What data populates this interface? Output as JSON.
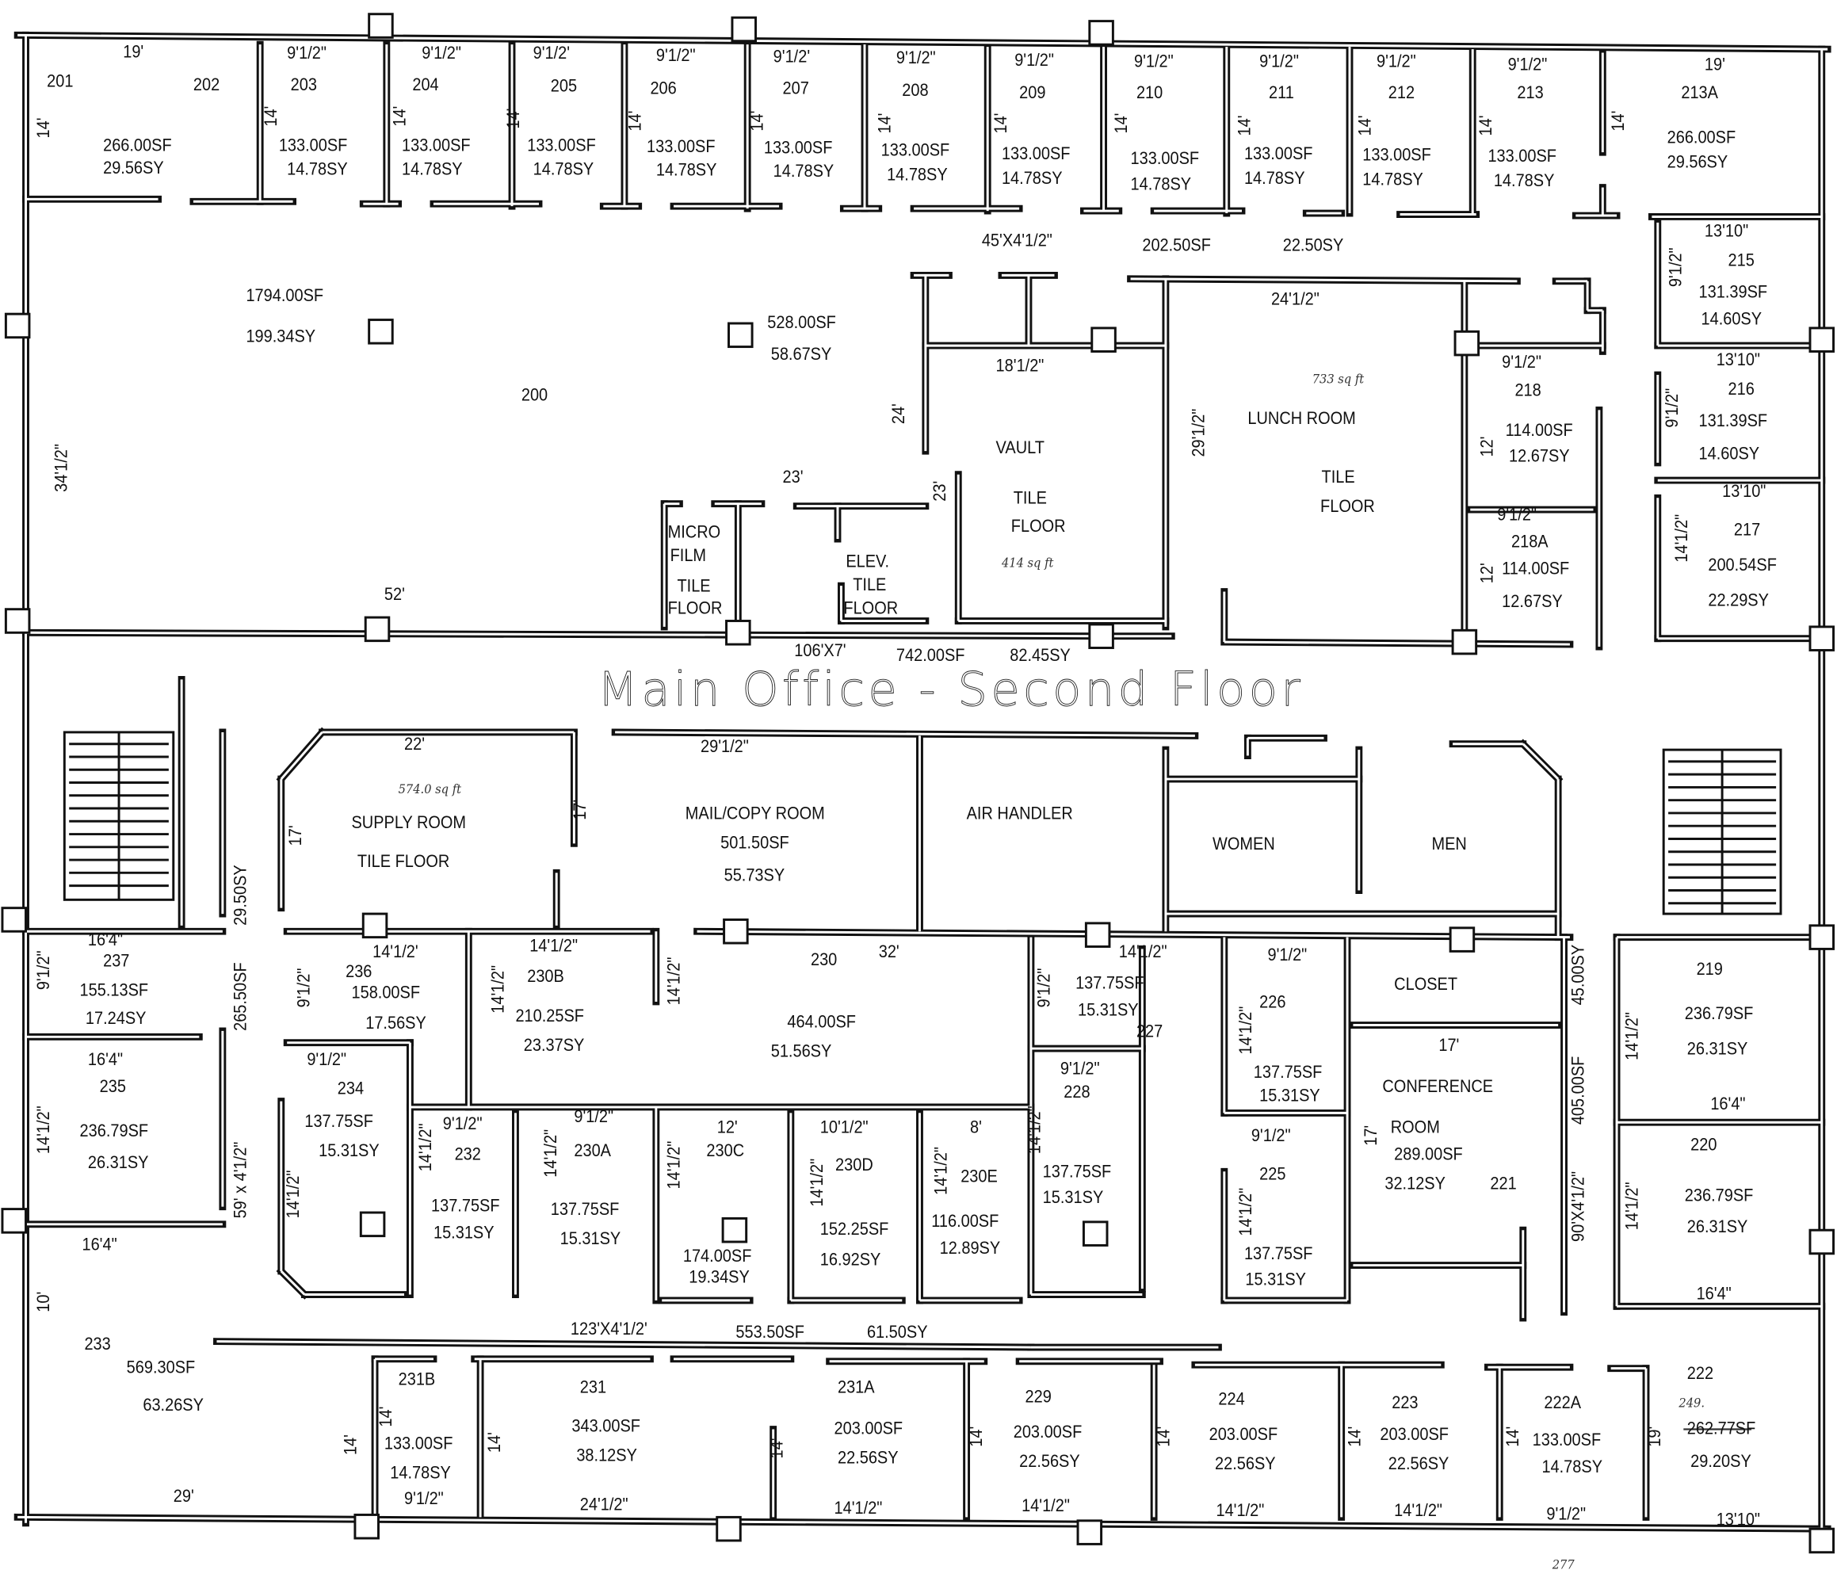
{
  "title": "Main Office - Second Floor",
  "rooms": {
    "r201": {
      "num": "201"
    },
    "r202": {
      "num": "202",
      "sf": "266.00SF",
      "sy": "29.56SY",
      "width": "19'",
      "depth": "14'"
    },
    "r203": {
      "num": "203",
      "sf": "133.00SF",
      "sy": "14.78SY",
      "width": "9'1/2\"",
      "depth": "14'"
    },
    "r204": {
      "num": "204",
      "sf": "133.00SF",
      "sy": "14.78SY",
      "width": "9'1/2\"",
      "depth": "14'"
    },
    "r205": {
      "num": "205",
      "sf": "133.00SF",
      "sy": "14.78SY",
      "width": "9'1/2'",
      "depth": "14'"
    },
    "r206": {
      "num": "206",
      "sf": "133.00SF",
      "sy": "14.78SY",
      "width": "9'1/2\"",
      "depth": "14'"
    },
    "r207": {
      "num": "207",
      "sf": "133.00SF",
      "sy": "14.78SY",
      "width": "9'1/2'",
      "depth": "14'"
    },
    "r208": {
      "num": "208",
      "sf": "133.00SF",
      "sy": "14.78SY",
      "width": "9'1/2\"",
      "depth": "14'"
    },
    "r209": {
      "num": "209",
      "sf": "133.00SF",
      "sy": "14.78SY",
      "width": "9'1/2\"",
      "depth": "14'"
    },
    "r210": {
      "num": "210",
      "sf": "133.00SF",
      "sy": "14.78SY",
      "width": "9'1/2\"",
      "depth": "14'"
    },
    "r211": {
      "num": "211",
      "sf": "133.00SF",
      "sy": "14.78SY",
      "width": "9'1/2\"",
      "depth": "14'"
    },
    "r212": {
      "num": "212",
      "sf": "133.00SF",
      "sy": "14.78SY",
      "width": "9'1/2\"",
      "depth": "14'"
    },
    "r213": {
      "num": "213",
      "sf": "133.00SF",
      "sy": "14.78SY",
      "width": "9'1/2\"",
      "depth": "14'"
    },
    "r213a": {
      "num": "213A",
      "sf": "266.00SF",
      "sy": "29.56SY",
      "width": "19'",
      "depth": "14'"
    },
    "corridor_top": {
      "dims": "45'X4'1/2\"",
      "sf": "202.50SF",
      "sy": "22.50SY"
    },
    "r200": {
      "num": "200",
      "sf": "1794.00SF",
      "sy": "199.34SY",
      "sf2": "528.00SF",
      "sy2": "58.67SY",
      "depth": "34'1/2\"",
      "width": "52'",
      "dim_23": "23'",
      "dim_24": "24'"
    },
    "microfilm": {
      "l1": "MICRO",
      "l2": "FILM",
      "l3": "TILE",
      "l4": "FLOOR"
    },
    "elevator": {
      "l1": "ELEV.",
      "l2": "TILE",
      "l3": "FLOOR"
    },
    "vault": {
      "name": "VAULT",
      "l1": "TILE",
      "l2": "FLOOR",
      "width": "18'1/2\"",
      "depth": "23'",
      "note": "414 sq ft"
    },
    "lunch": {
      "name": "LUNCH ROOM",
      "l1": "TILE",
      "l2": "FLOOR",
      "width": "24'1/2\"",
      "depth": "29'1/2\"",
      "note": "733 sq ft"
    },
    "r218": {
      "num": "218",
      "sf": "114.00SF",
      "sy": "12.67SY",
      "width": "9'1/2\"",
      "depth": "12'"
    },
    "r218a": {
      "num": "218A",
      "sf": "114.00SF",
      "sy": "12.67SY",
      "width": "9'1/2\"",
      "depth": "12'"
    },
    "r215": {
      "num": "215",
      "sf": "131.39SF",
      "sy": "14.60SY",
      "width": "13'10\"",
      "depth": "9'1/2\""
    },
    "r216": {
      "num": "216",
      "sf": "131.39SF",
      "sy": "14.60SY",
      "width": "13'10\"",
      "depth": "9'1/2\""
    },
    "r217": {
      "num": "217",
      "sf": "200.54SF",
      "sy": "22.29SY",
      "width": "13'10\"",
      "depth": "14'1/2\""
    },
    "corridor_mid": {
      "dims": "106'X7'",
      "sf": "742.00SF",
      "sy": "82.45SY"
    },
    "supply": {
      "name": "SUPPLY ROOM",
      "l1": "TILE FLOOR",
      "width": "22'",
      "depth": "17'",
      "depth2": "17'",
      "note": "574.0 sq ft"
    },
    "mail": {
      "name": "MAIL/COPY ROOM",
      "sf": "501.50SF",
      "sy": "55.73SY",
      "width": "29'1/2\""
    },
    "air": {
      "name": "AIR HANDLER"
    },
    "women": {
      "name": "WOMEN"
    },
    "men": {
      "name": "MEN"
    },
    "corridor_left": {
      "sy": "29.50SY",
      "sf": "265.50SF",
      "dims": "59' x 4'1/2\""
    },
    "r237": {
      "num": "237",
      "sf": "155.13SF",
      "sy": "17.24SY",
      "width": "16'4\"",
      "depth": "9'1/2\""
    },
    "r235": {
      "num": "235",
      "sf": "236.79SF",
      "sy": "26.31SY",
      "width": "16'4\"",
      "depth": "14'1/2\"",
      "width2": "16'4\""
    },
    "r236": {
      "num": "236",
      "sf": "158.00SF",
      "sy": "17.56SY",
      "width": "14'1/2'",
      "depth": "9'1/2\""
    },
    "r230b": {
      "num": "230B",
      "sf": "210.25SF",
      "sy": "23.37SY",
      "width": "14'1/2\"",
      "depth": "14'1/2\"",
      "depth2": "14'1/2\""
    },
    "r230": {
      "num": "230",
      "sf": "464.00SF",
      "sy": "51.56SY",
      "width": "32'"
    },
    "r227": {
      "num": "227",
      "sf": "137.75SF",
      "sy": "15.31SY",
      "width": "14'1/2\"",
      "depth": "9'1/2\""
    },
    "r228": {
      "num": "228",
      "sf": "137.75SF",
      "sy": "15.31SY",
      "width": "9'1/2\"",
      "depth": "14'1/2\""
    },
    "r226": {
      "num": "226",
      "sf": "137.75SF",
      "sy": "15.31SY",
      "width": "9'1/2\"",
      "depth": "14'1/2\""
    },
    "r225": {
      "num": "225",
      "sf": "137.75SF",
      "sy": "15.31SY",
      "width": "9'1/2\"",
      "depth": "14'1/2\""
    },
    "closet": {
      "name": "CLOSET"
    },
    "r221": {
      "num": "221",
      "name": "CONFERENCE",
      "name2": "ROOM",
      "sf": "289.00SF",
      "sy": "32.12SY",
      "width": "17'",
      "depth": "17'"
    },
    "corridor_right": {
      "sy": "45.00SY",
      "sf": "405.00SF",
      "dims": "90'X4'1/2\""
    },
    "r219": {
      "num": "219",
      "sf": "236.79SF",
      "sy": "26.31SY",
      "width": "16'4\"",
      "depth": "14'1/2\""
    },
    "r220": {
      "num": "220",
      "sf": "236.79SF",
      "sy": "26.31SY",
      "width": "16'4\"",
      "depth": "14'1/2\""
    },
    "r234": {
      "num": "234",
      "sf": "137.75SF",
      "sy": "15.31SY",
      "width": "9'1/2\"",
      "depth": "14'1/2\""
    },
    "r232": {
      "num": "232",
      "sf": "137.75SF",
      "sy": "15.31SY",
      "width": "9'1/2\"",
      "depth": "14'1/2\""
    },
    "r230a": {
      "num": "230A",
      "sf": "137.75SF",
      "sy": "15.31SY",
      "width": "9'1/2\"",
      "depth": "14'1/2\""
    },
    "r230c": {
      "num": "230C",
      "sf": "174.00SF",
      "sy": "19.34SY",
      "width": "12'",
      "depth": "14'1/2\""
    },
    "r230d": {
      "num": "230D",
      "sf": "152.25SF",
      "sy": "16.92SY",
      "width": "10'1/2\"",
      "depth": "14'1/2\""
    },
    "r230e": {
      "num": "230E",
      "sf": "116.00SF",
      "sy": "12.89SY",
      "width": "8'",
      "depth": "14'1/2\""
    },
    "corridor_bottom": {
      "dims": "123'X4'1/2'",
      "sf": "553.50SF",
      "sy": "61.50SY"
    },
    "r233": {
      "num": "233",
      "sf": "569.30SF",
      "sy": "63.26SY",
      "width": "29'",
      "depth": "10'"
    },
    "r231b": {
      "num": "231B",
      "sf": "133.00SF",
      "sy": "14.78SY",
      "width": "9'1/2\"",
      "depth": "14'",
      "depth2": "14'",
      "depth3": "14'"
    },
    "r231": {
      "num": "231",
      "sf": "343.00SF",
      "sy": "38.12SY",
      "width": "24'1/2\""
    },
    "r231a": {
      "num": "231A",
      "sf": "203.00SF",
      "sy": "22.56SY",
      "width": "14'1/2\"",
      "depth": "14'"
    },
    "r229": {
      "num": "229",
      "sf": "203.00SF",
      "sy": "22.56SY",
      "width": "14'1/2\"",
      "depth": "14'"
    },
    "r224": {
      "num": "224",
      "sf": "203.00SF",
      "sy": "22.56SY",
      "width": "14'1/2\"",
      "depth": "14'"
    },
    "r223": {
      "num": "223",
      "sf": "203.00SF",
      "sy": "22.56SY",
      "width": "14'1/2\"",
      "depth": "14'"
    },
    "r222a": {
      "num": "222A",
      "sf": "133.00SF",
      "sy": "14.78SY",
      "width": "9'1/2\"",
      "depth": "14'"
    },
    "r222": {
      "num": "222",
      "sf": "262.77SF",
      "sy": "29.20SY",
      "width": "13'10\"",
      "depth": "19'",
      "note": "249."
    }
  },
  "page_note": "277"
}
